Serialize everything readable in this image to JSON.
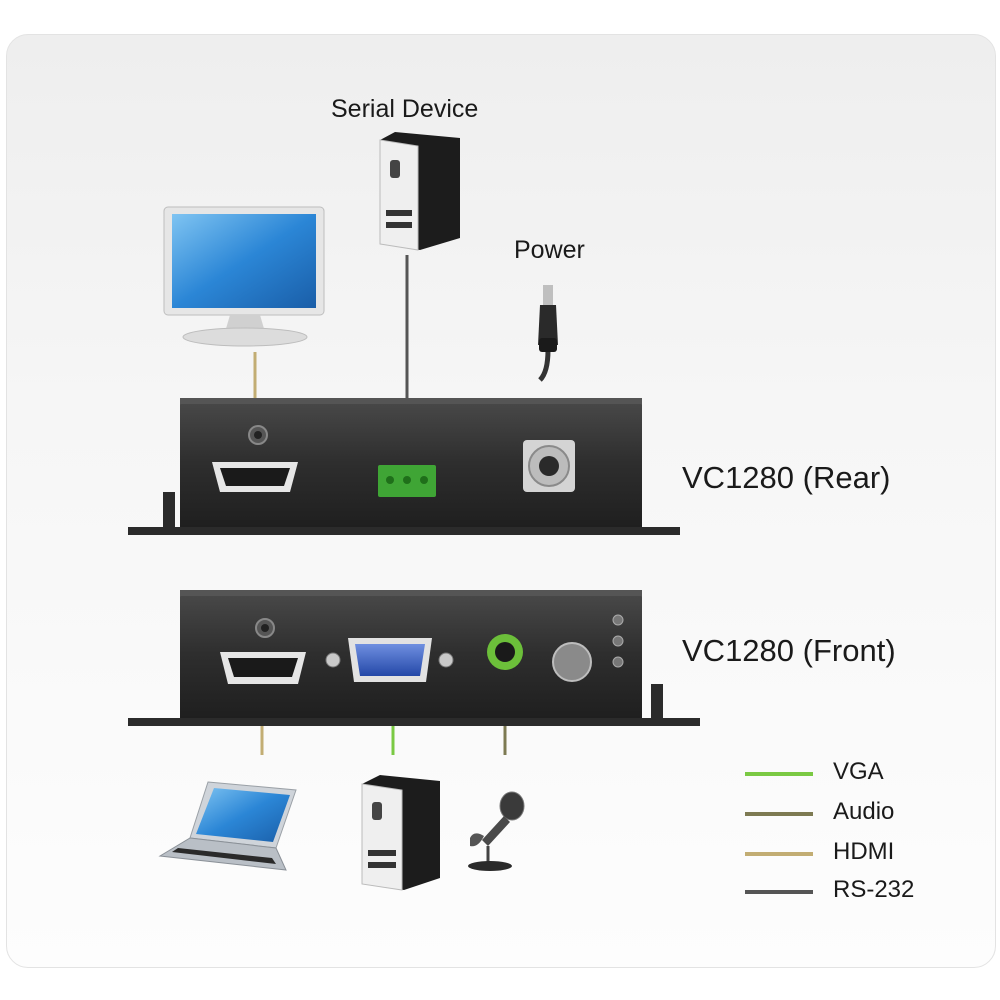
{
  "labels": {
    "serial_device": "Serial Device",
    "power": "Power",
    "rear": "VC1280 (Rear)",
    "front": "VC1280 (Front)"
  },
  "legend": [
    {
      "label": "VGA",
      "color": "#7ac943"
    },
    {
      "label": "Audio",
      "color": "#7d7a52"
    },
    {
      "label": "HDMI",
      "color": "#c2ad73"
    },
    {
      "label": "RS-232",
      "color": "#555555"
    }
  ],
  "colors": {
    "vga": "#7ac943",
    "audio": "#7d7a52",
    "hdmi": "#c2ad73",
    "rs232": "#555555",
    "device_body": "#3a3a3a",
    "terminal_block": "#3fa535"
  }
}
